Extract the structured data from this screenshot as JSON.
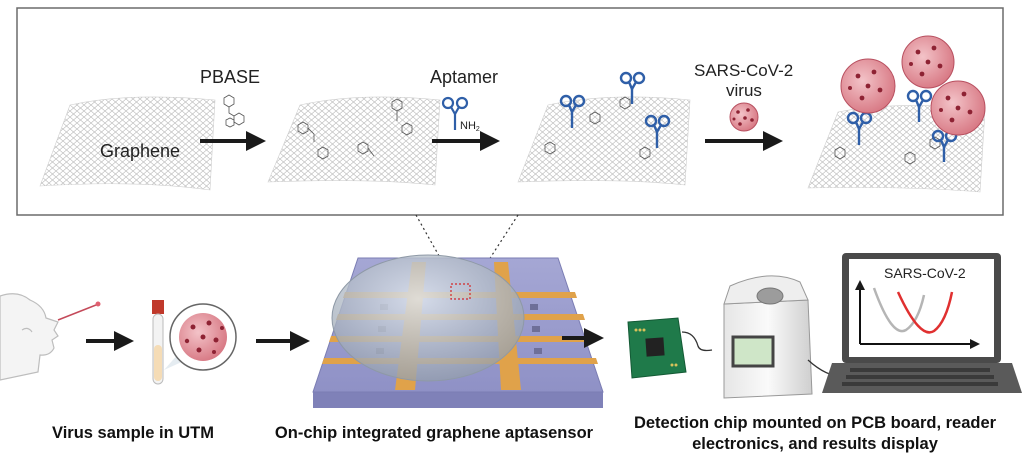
{
  "top_panel": {
    "graphene_label": "Graphene",
    "pbase_label": "PBASE",
    "aptamer_label": "Aptamer",
    "nh2_label": "NH",
    "nh2_sub": "2",
    "virus_label_line1": "SARS-CoV-2",
    "virus_label_line2": "virus"
  },
  "bottom_panel": {
    "caption_sample": "Virus sample in UTM",
    "caption_chip": "On-chip integrated graphene aptasensor",
    "caption_readout_line1": "Detection chip mounted on PCB board, reader",
    "caption_readout_line2": "electronics, and results display",
    "screen_title": "SARS-CoV-2"
  },
  "colors": {
    "frame": "#6b6b6b",
    "arrow": "#1a1a1a",
    "aptamer": "#2f5fa8",
    "virus": "#c44a5a",
    "virus_spike": "#8e2233",
    "chip_base": "#8a8cc0",
    "electrode": "#e0a24a",
    "curve_red": "#e03030",
    "curve_gray": "#b5b5b5",
    "pcb": "#1f7a4a"
  }
}
